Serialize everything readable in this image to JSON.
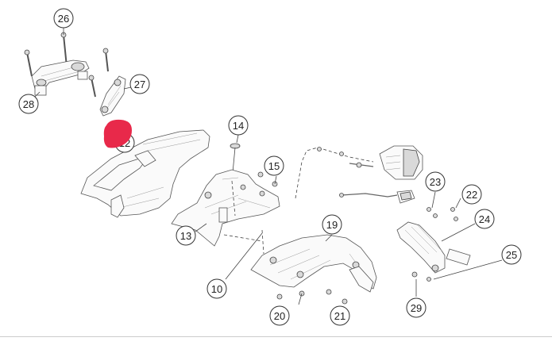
{
  "diagram": {
    "callouts": [
      {
        "id": "c26",
        "number": "26"
      },
      {
        "id": "c27",
        "number": "27"
      },
      {
        "id": "c28",
        "number": "28"
      },
      {
        "id": "c12",
        "number": "12"
      },
      {
        "id": "c14",
        "number": "14"
      },
      {
        "id": "c15",
        "number": "15"
      },
      {
        "id": "c13",
        "number": "13"
      },
      {
        "id": "c10",
        "number": "10"
      },
      {
        "id": "c19",
        "number": "19"
      },
      {
        "id": "c20",
        "number": "20"
      },
      {
        "id": "c21",
        "number": "21"
      },
      {
        "id": "c23",
        "number": "23"
      },
      {
        "id": "c22",
        "number": "22"
      },
      {
        "id": "c24",
        "number": "24"
      },
      {
        "id": "c25",
        "number": "25"
      },
      {
        "id": "c29",
        "number": "29"
      }
    ],
    "redaction_color": "#e8294a"
  }
}
